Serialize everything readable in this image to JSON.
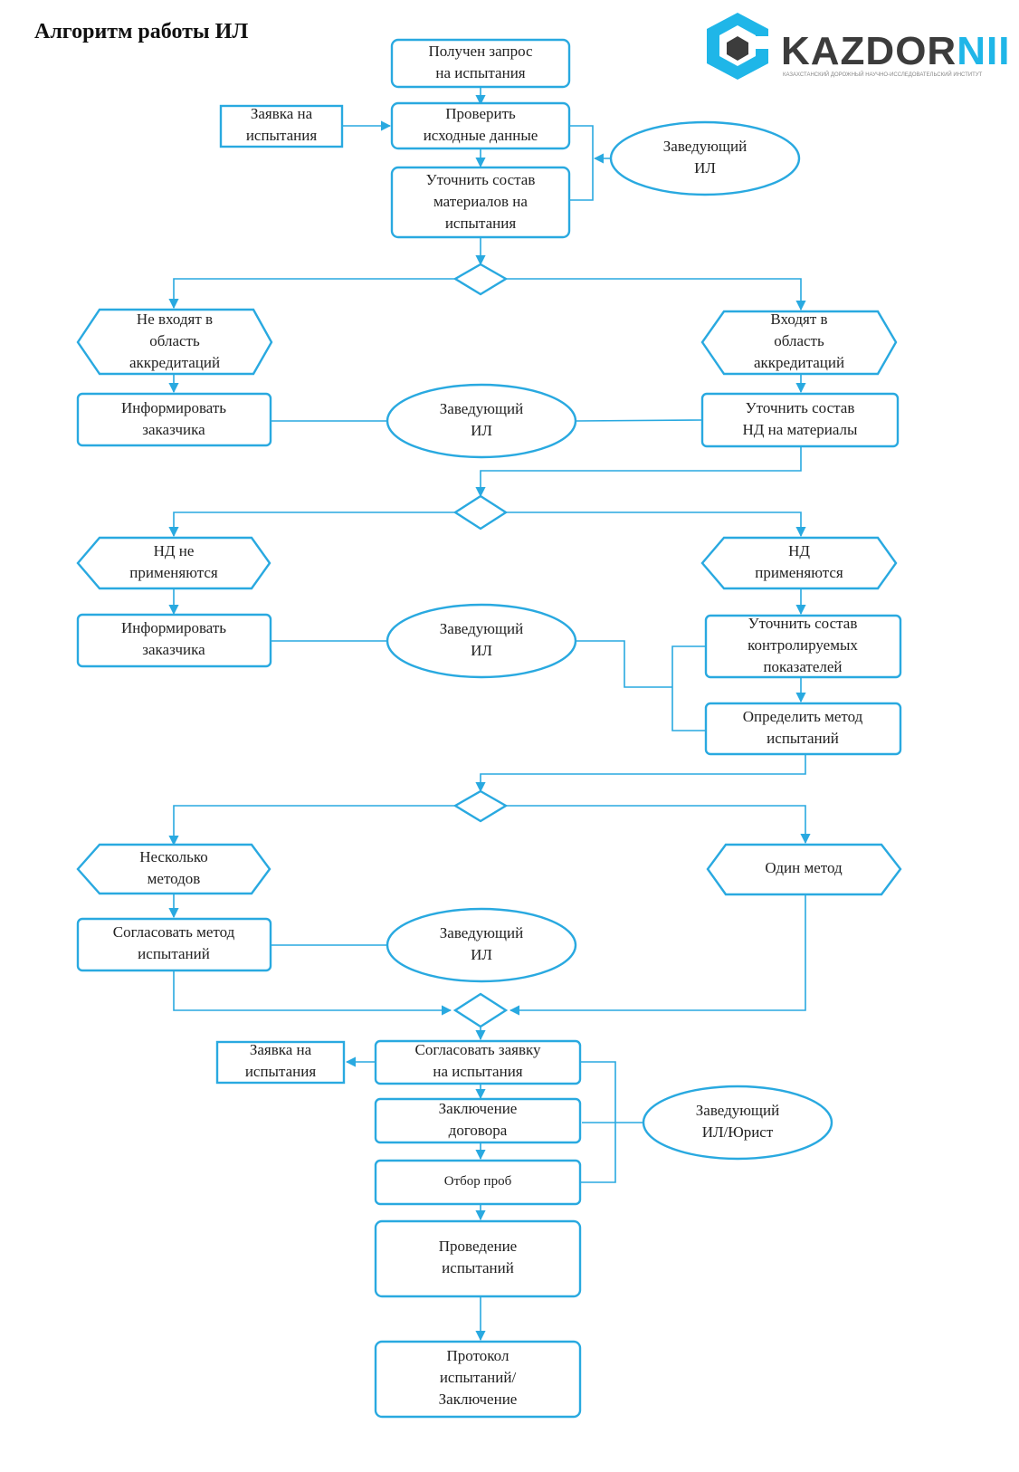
{
  "title": "Алгоритм работы ИЛ",
  "logo": {
    "brand": "KAZDOR",
    "brand_suffix": "NII",
    "tagline": "КАЗАХСТАНСКИЙ ДОРОЖНЫЙ НАУЧНО-ИССЛЕДОВАТЕЛЬСКИЙ ИНСТИТУТ"
  },
  "nodes": {
    "request_received": "Получен запрос|на испытания",
    "application_top": "Заявка на|испытания",
    "check_data": "Проверить|исходные данные",
    "clarify_materials": "Уточнить состав|материалов на|испытания",
    "head_1": "Заведующий|ИЛ",
    "not_in_scope": "Не входят в|область|аккредитаций",
    "in_scope": "Входят в|область|аккредитаций",
    "inform_1": "Информировать|заказчика",
    "head_2": "Заведующий|ИЛ",
    "clarify_nd": "Уточнить состав|НД на материалы",
    "nd_not_applied": "НД не|применяются",
    "nd_applied": "НД|применяются",
    "inform_2": "Информировать|заказчика",
    "head_3": "Заведующий|ИЛ",
    "clarify_indicators": "Уточнить состав|контролируемых|показателей",
    "define_method": "Определить метод|испытаний",
    "several_methods": "Несколько|методов",
    "one_method": "Один метод",
    "agree_method": "Согласовать метод|испытаний",
    "head_4": "Заведующий|ИЛ",
    "application_bottom": "Заявка на|испытания",
    "agree_application": "Согласовать заявку|на испытания",
    "contract": "Заключение|договора",
    "sampling": "Отбор проб",
    "head_lawyer": "Заведующий|ИЛ/Юрист",
    "testing": "Проведение|испытаний",
    "protocol": "Протокол|испытаний/|Заключение"
  },
  "colors": {
    "accent": "#29a9e0",
    "text": "#222222"
  }
}
